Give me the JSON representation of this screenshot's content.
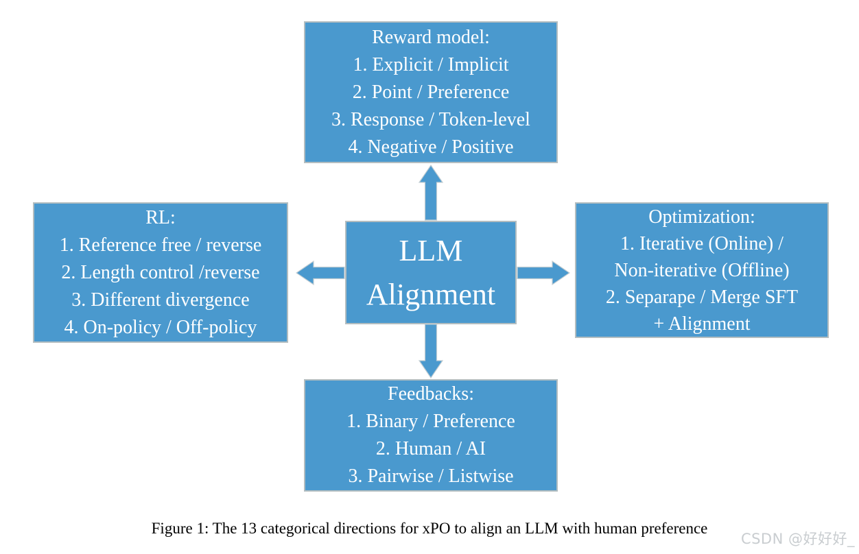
{
  "boxes": {
    "center": {
      "lines": [
        "LLM",
        "Alignment"
      ]
    },
    "top": {
      "lines": [
        "Reward model:",
        "1. Explicit / Implicit",
        "2. Point / Preference",
        "3. Response / Token-level",
        "4. Negative / Positive"
      ]
    },
    "left": {
      "lines": [
        "RL:",
        "1. Reference free / reverse",
        "2. Length control /reverse",
        "3. Different divergence",
        "4. On-policy / Off-policy"
      ]
    },
    "right": {
      "lines": [
        "Optimization:",
        "1. Iterative (Online) /",
        "Non-iterative (Offline)",
        "2. Separape / Merge SFT",
        "+ Alignment"
      ]
    },
    "bottom": {
      "lines": [
        "Feedbacks:",
        "1. Binary / Preference",
        "2. Human / AI",
        "3. Pairwise / Listwise"
      ]
    }
  },
  "caption": "Figure 1: The 13 categorical directions for xPO to align an LLM with human preference",
  "watermark": "CSDN @好好好_",
  "colors": {
    "box_fill": "#4A99CE",
    "box_border": "#B3BDC0",
    "box_text": "#FFFFFF",
    "caption": "#000000",
    "watermark": "#C9CDD0",
    "background": "#FFFFFF"
  }
}
